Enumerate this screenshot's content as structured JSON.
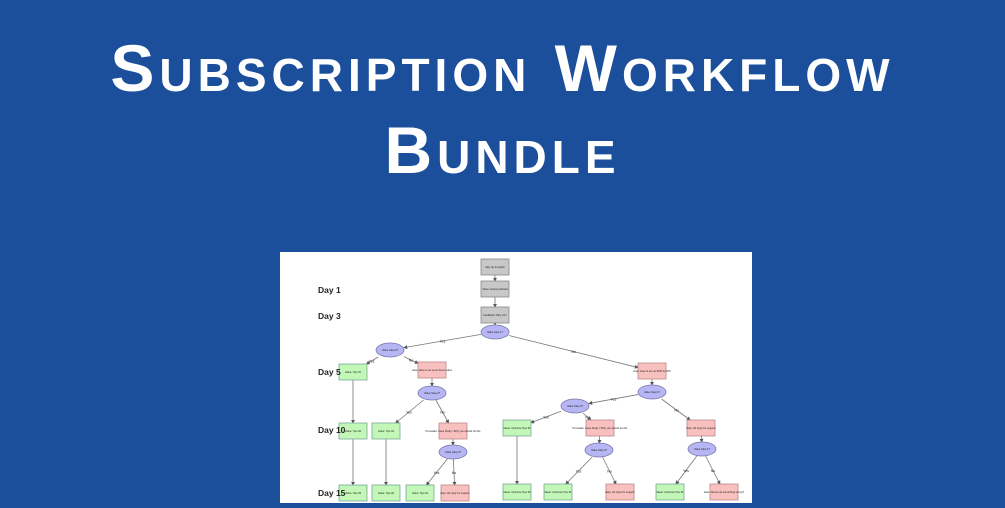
{
  "title": {
    "line1": "Subscription Workflow",
    "line2": "Bundle"
  },
  "colors": {
    "background": "#1b4f9c",
    "gray_box": "#c8c8c8",
    "green_box": "#c3f7b8",
    "pink_box": "#f9c0c0",
    "decision": "#b7b6f5"
  },
  "diagram": {
    "day_labels": [
      "Day 1",
      "Day 3",
      "Day 5",
      "Day 10",
      "Day 15"
    ],
    "nodes": [
      {
        "id": "n1",
        "type": "gray",
        "text": "Sign up for Ignite"
      },
      {
        "id": "n2",
        "type": "gray",
        "text": "Value: Getting Started"
      },
      {
        "id": "n3",
        "type": "gray",
        "text": "Feedback: Why Us?"
      },
      {
        "id": "d1",
        "type": "decision",
        "text": "Value Step 1?"
      },
      {
        "id": "d2",
        "type": "decision",
        "text": "Value Step 2?"
      },
      {
        "id": "g1",
        "type": "green",
        "text": "Value: Tips #1"
      },
      {
        "id": "p1",
        "type": "pink",
        "text": "Help: How to set up w/ demo video"
      },
      {
        "id": "d3",
        "type": "decision",
        "text": "Value Step 2?"
      },
      {
        "id": "g2",
        "type": "green",
        "text": "Value: Tips #2"
      },
      {
        "id": "g3",
        "type": "green",
        "text": "Value: Tips #1"
      },
      {
        "id": "p2",
        "type": "pink",
        "text": "Persuade: Case Study / Why you should do this"
      },
      {
        "id": "d4",
        "type": "decision",
        "text": "Value Step 2?"
      },
      {
        "id": "g4",
        "type": "green",
        "text": "Value: Tips #3"
      },
      {
        "id": "g5",
        "type": "green",
        "text": "Value: Tips #2"
      },
      {
        "id": "g6",
        "type": "green",
        "text": "Value: Tips #1"
      },
      {
        "id": "p3",
        "type": "pink",
        "text": "Help: Hit reply for support"
      },
      {
        "id": "p4",
        "type": "pink",
        "text": "Help: How to set up SMS & APN"
      },
      {
        "id": "d5",
        "type": "decision",
        "text": "Value Step 1?"
      },
      {
        "id": "d6",
        "type": "decision",
        "text": "Value Step 2?"
      },
      {
        "id": "g7",
        "type": "green",
        "text": "Value: Optimize Tips #1"
      },
      {
        "id": "p5",
        "type": "pink",
        "text": "Persuade: Case Study / Why you should do this"
      },
      {
        "id": "p6",
        "type": "pink",
        "text": "Help: Hit reply for support"
      },
      {
        "id": "d7",
        "type": "decision",
        "text": "Value Step 2?"
      },
      {
        "id": "d8",
        "type": "decision",
        "text": "Value Step 1?"
      },
      {
        "id": "g8",
        "type": "green",
        "text": "Value: Optimize Tips #2"
      },
      {
        "id": "g9",
        "type": "green",
        "text": "Value: Optimize Tips #1"
      },
      {
        "id": "p7",
        "type": "pink",
        "text": "Help: Hit reply for support"
      },
      {
        "id": "g10",
        "type": "green",
        "text": "Value: Optimize Tips #1"
      },
      {
        "id": "p8",
        "type": "pink",
        "text": "Help: Did we do something wrong?"
      }
    ],
    "edges": [
      {
        "from": "n1",
        "to": "n2",
        "label": ""
      },
      {
        "from": "n2",
        "to": "n3",
        "label": ""
      },
      {
        "from": "n3",
        "to": "d1",
        "label": ""
      },
      {
        "from": "d1",
        "to": "d2",
        "label": "Yes"
      },
      {
        "from": "d1",
        "to": "p4",
        "label": "No"
      },
      {
        "from": "d2",
        "to": "g1",
        "label": "Yes"
      },
      {
        "from": "d2",
        "to": "p1",
        "label": "No"
      },
      {
        "from": "p1",
        "to": "d3",
        "label": ""
      },
      {
        "from": "d3",
        "to": "g3",
        "label": "Yes"
      },
      {
        "from": "d3",
        "to": "p2",
        "label": "No"
      },
      {
        "from": "g1",
        "to": "g2",
        "label": ""
      },
      {
        "from": "p2",
        "to": "d4",
        "label": ""
      },
      {
        "from": "g2",
        "to": "g4",
        "label": ""
      },
      {
        "from": "g3",
        "to": "g5",
        "label": ""
      },
      {
        "from": "d4",
        "to": "g6",
        "label": "Yes"
      },
      {
        "from": "d4",
        "to": "p3",
        "label": "No"
      },
      {
        "from": "p4",
        "to": "d5",
        "label": ""
      },
      {
        "from": "d5",
        "to": "d6",
        "label": "Yes"
      },
      {
        "from": "d5",
        "to": "p6",
        "label": "No"
      },
      {
        "from": "d6",
        "to": "g7",
        "label": "Yes"
      },
      {
        "from": "d6",
        "to": "p5",
        "label": "No"
      },
      {
        "from": "p5",
        "to": "d7",
        "label": ""
      },
      {
        "from": "p6",
        "to": "d8",
        "label": ""
      },
      {
        "from": "g7",
        "to": "g8",
        "label": ""
      },
      {
        "from": "d7",
        "to": "g9",
        "label": "Yes"
      },
      {
        "from": "d7",
        "to": "p7",
        "label": "No"
      },
      {
        "from": "d8",
        "to": "g10",
        "label": "Yes"
      },
      {
        "from": "d8",
        "to": "p8",
        "label": "No"
      }
    ]
  }
}
